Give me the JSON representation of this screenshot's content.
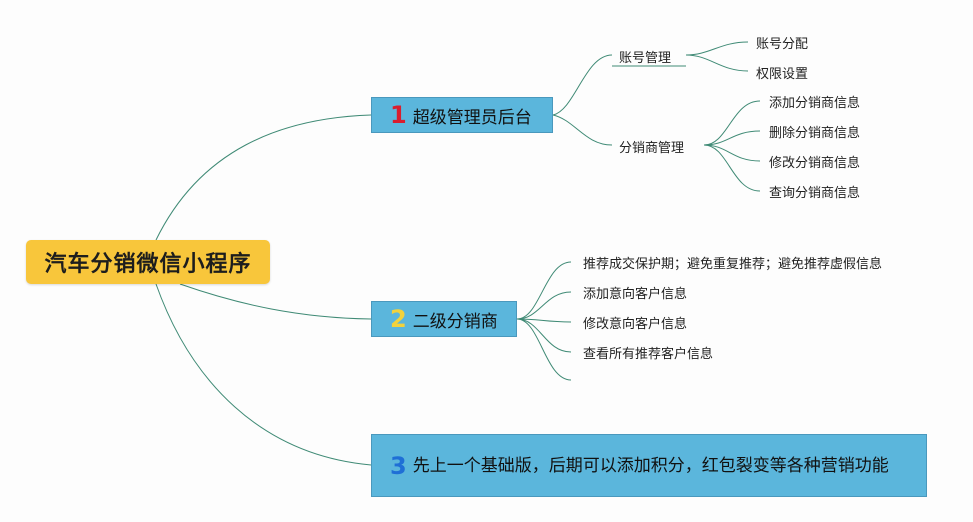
{
  "root": {
    "label": "汽车分销微信小程序"
  },
  "branches": [
    {
      "number": "1",
      "number_color": "#d91d2e",
      "label": "超级管理员后台",
      "groups": [
        {
          "label": "账号管理",
          "items": [
            "账号分配",
            "权限设置"
          ]
        },
        {
          "label": "分销商管理",
          "items": [
            "添加分销商信息",
            "删除分销商信息",
            "修改分销商信息",
            "查询分销商信息"
          ]
        }
      ]
    },
    {
      "number": "2",
      "number_color": "#f2d23c",
      "label": "二级分销商",
      "items": [
        "推荐成交保护期；避免重复推荐；避免推荐虚假信息",
        "添加意向客户信息",
        "修改意向客户信息",
        "查看所有推荐客户信息"
      ]
    },
    {
      "number": "3",
      "number_color": "#1f6fd6",
      "label": "先上一个基础版，后期可以添加积分，红包裂变等各种营销功能"
    }
  ],
  "colors": {
    "link": "#3f8a75",
    "root_bg": "#f8c63b",
    "branch_bg": "#5bb6dc"
  }
}
